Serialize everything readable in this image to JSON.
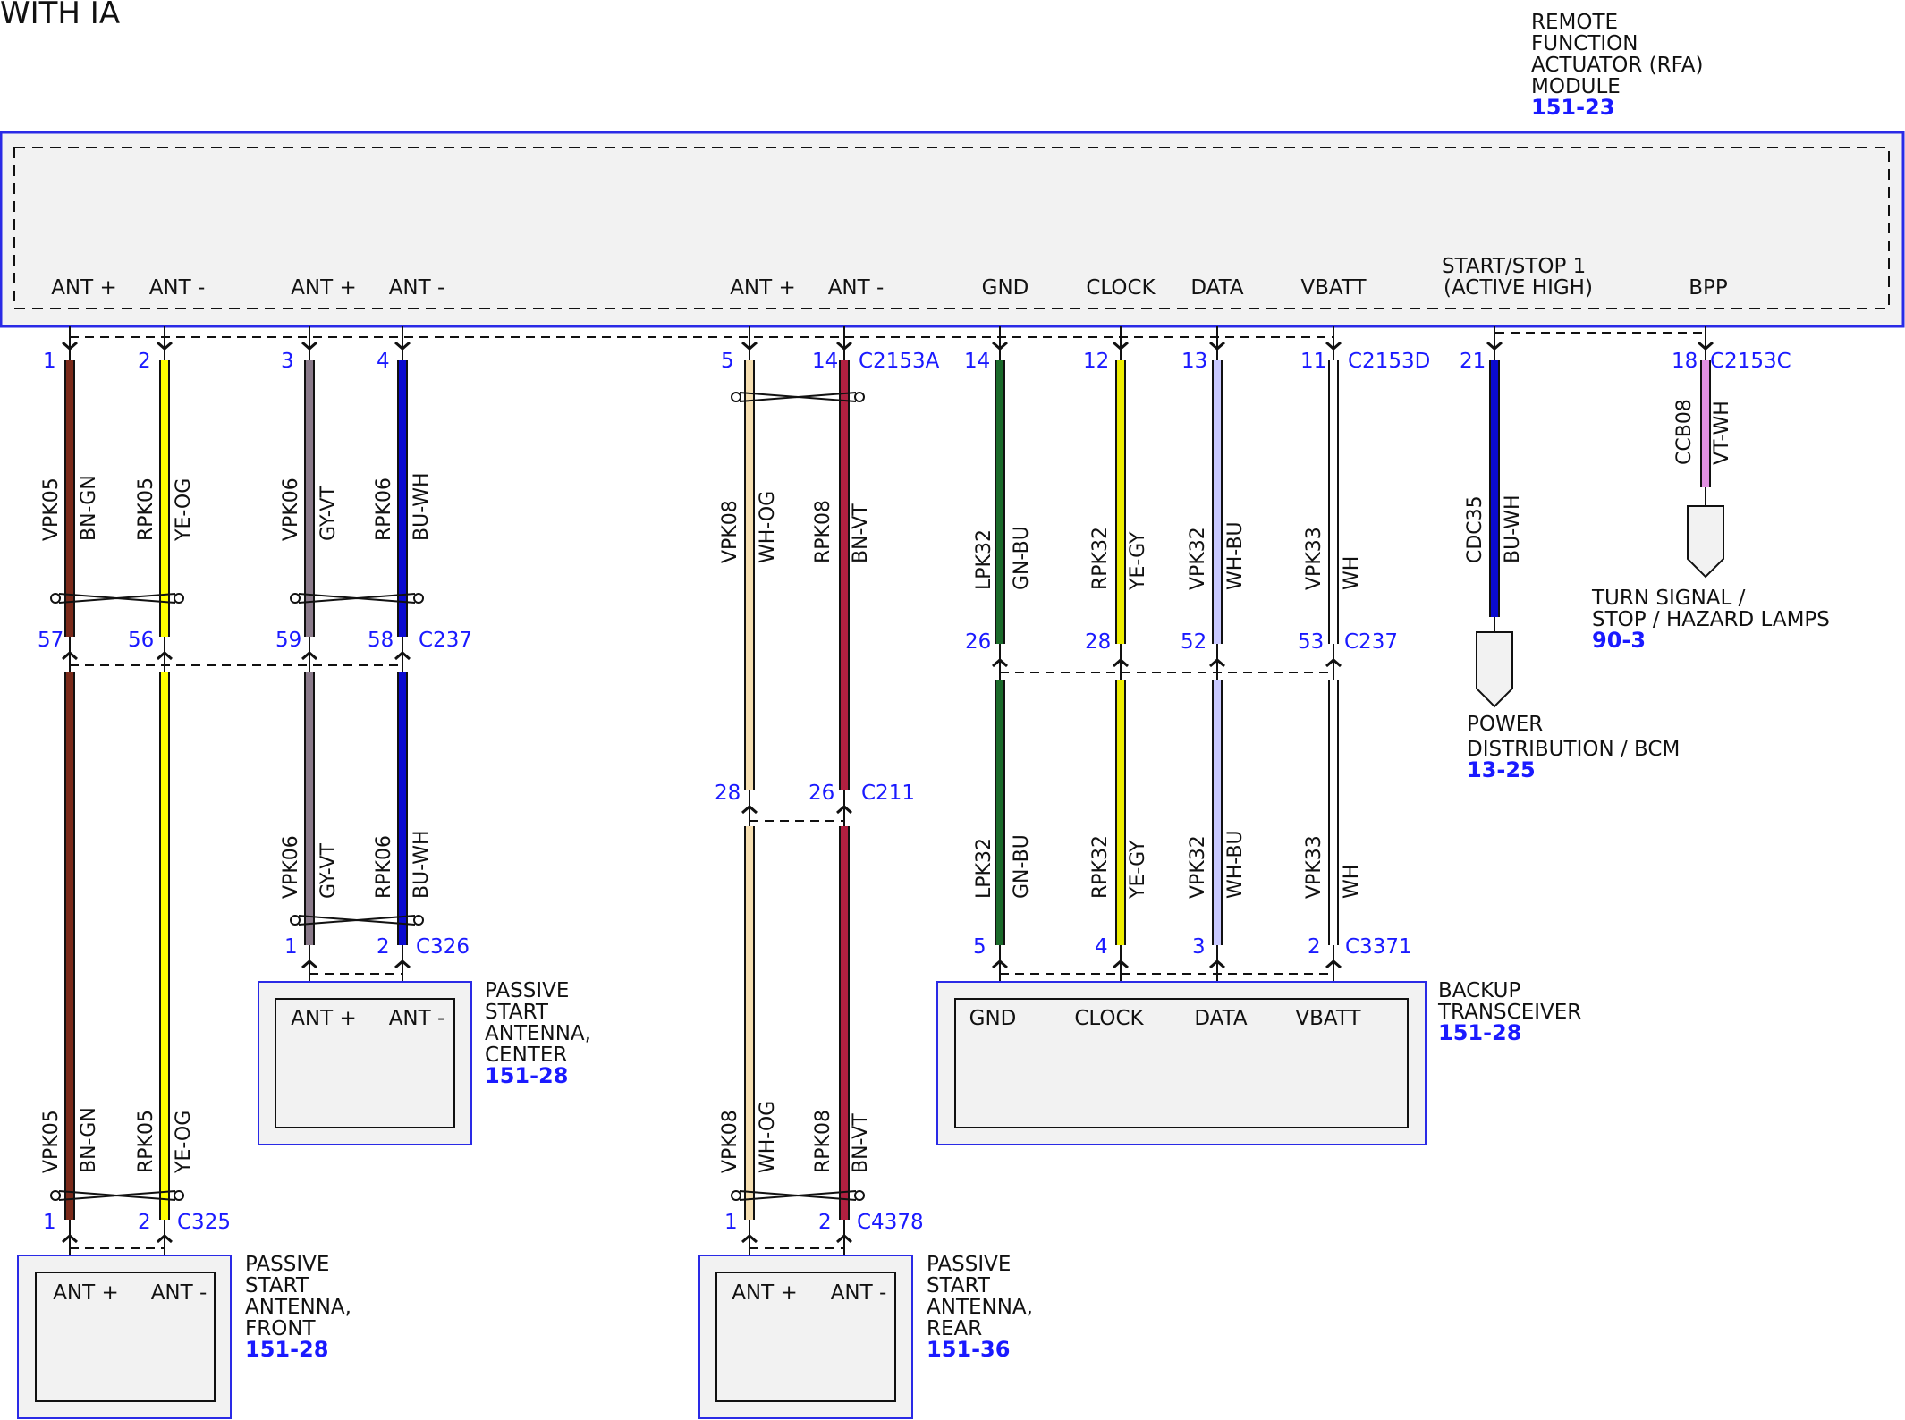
{
  "title": "WITH IA",
  "colors": {
    "accent_blue": "#1a1aff",
    "box_border": "#2a2ae6",
    "box_fill": "#f2f2f2"
  },
  "module": {
    "name_lines": [
      "REMOTE",
      "FUNCTION",
      "ACTUATOR (RFA)",
      "MODULE"
    ],
    "ref": "151-23",
    "pins": [
      "ANT +",
      "ANT -",
      "ANT +",
      "ANT -",
      "ANT +",
      "ANT -",
      "GND",
      "CLOCK",
      "DATA",
      "VBATT",
      "BPP"
    ],
    "start_stop_lines": [
      "START/STOP 1",
      "(ACTIVE HIGH)"
    ]
  },
  "connectors": {
    "c2153a": "C2153A",
    "c2153d": "C2153D",
    "c2153c": "C2153C",
    "c237a": "C237",
    "c237b": "C237",
    "c211": "C211",
    "c326": "C326",
    "c325": "C325",
    "c4378": "C4378",
    "c3371": "C3371"
  },
  "pin_numbers": {
    "top": [
      "1",
      "2",
      "3",
      "4",
      "5",
      "14",
      "14",
      "12",
      "13",
      "11",
      "21",
      "18"
    ],
    "c237_left": [
      "57",
      "56",
      "59",
      "58"
    ],
    "c237_right": [
      "26",
      "28",
      "52",
      "53"
    ],
    "c211": [
      "28",
      "26"
    ],
    "c326": [
      "1",
      "2"
    ],
    "c325": [
      "1",
      "2"
    ],
    "c4378": [
      "1",
      "2"
    ],
    "c3371": [
      "5",
      "4",
      "3",
      "2"
    ]
  },
  "wires": {
    "w1": {
      "circuit": "VPK05",
      "color": "BN-GN",
      "hex": "#7a2a1a"
    },
    "w2": {
      "circuit": "RPK05",
      "color": "YE-OG",
      "hex": "#ffff00"
    },
    "w3": {
      "circuit": "VPK06",
      "color": "GY-VT",
      "hex": "#8a7a8a"
    },
    "w4": {
      "circuit": "RPK06",
      "color": "BU-WH",
      "hex": "#0a0ad0"
    },
    "w5": {
      "circuit": "VPK08",
      "color": "WH-OG",
      "hex": "#f5deb0"
    },
    "w6": {
      "circuit": "RPK08",
      "color": "BN-VT",
      "hex": "#b02040"
    },
    "w7": {
      "circuit": "LPK32",
      "color": "GN-BU",
      "hex": "#1a6a2a"
    },
    "w8": {
      "circuit": "RPK32",
      "color": "YE-GY",
      "hex": "#eeee00"
    },
    "w9": {
      "circuit": "VPK32",
      "color": "WH-BU",
      "hex": "#c8c8ff"
    },
    "w10": {
      "circuit": "VPK33",
      "color": "WH",
      "hex": "#ffffff"
    },
    "w11": {
      "circuit": "CDC35",
      "color": "BU-WH",
      "hex": "#0a0ad0"
    },
    "w12": {
      "circuit": "CCB08",
      "color": "VT-WH",
      "hex": "#e090e0"
    }
  },
  "components": {
    "front": {
      "lines": [
        "PASSIVE",
        "START",
        "ANTENNA,",
        "FRONT"
      ],
      "ref": "151-28",
      "pins": [
        "ANT +",
        "ANT -"
      ]
    },
    "center": {
      "lines": [
        "PASSIVE",
        "START",
        "ANTENNA,",
        "CENTER"
      ],
      "ref": "151-28",
      "pins": [
        "ANT +",
        "ANT -"
      ]
    },
    "rear": {
      "lines": [
        "PASSIVE",
        "START",
        "ANTENNA,",
        "REAR"
      ],
      "ref": "151-36",
      "pins": [
        "ANT +",
        "ANT -"
      ]
    },
    "backup": {
      "lines": [
        "BACKUP",
        "TRANSCEIVER"
      ],
      "ref": "151-28",
      "pins": [
        "GND",
        "CLOCK",
        "DATA",
        "VBATT"
      ]
    },
    "power": {
      "lines": [
        "POWER",
        "DISTRIBUTION / BCM"
      ],
      "ref": "13-25"
    },
    "turn": {
      "lines": [
        "TURN SIGNAL /",
        "STOP / HAZARD LAMPS"
      ],
      "ref": "90-3"
    }
  }
}
